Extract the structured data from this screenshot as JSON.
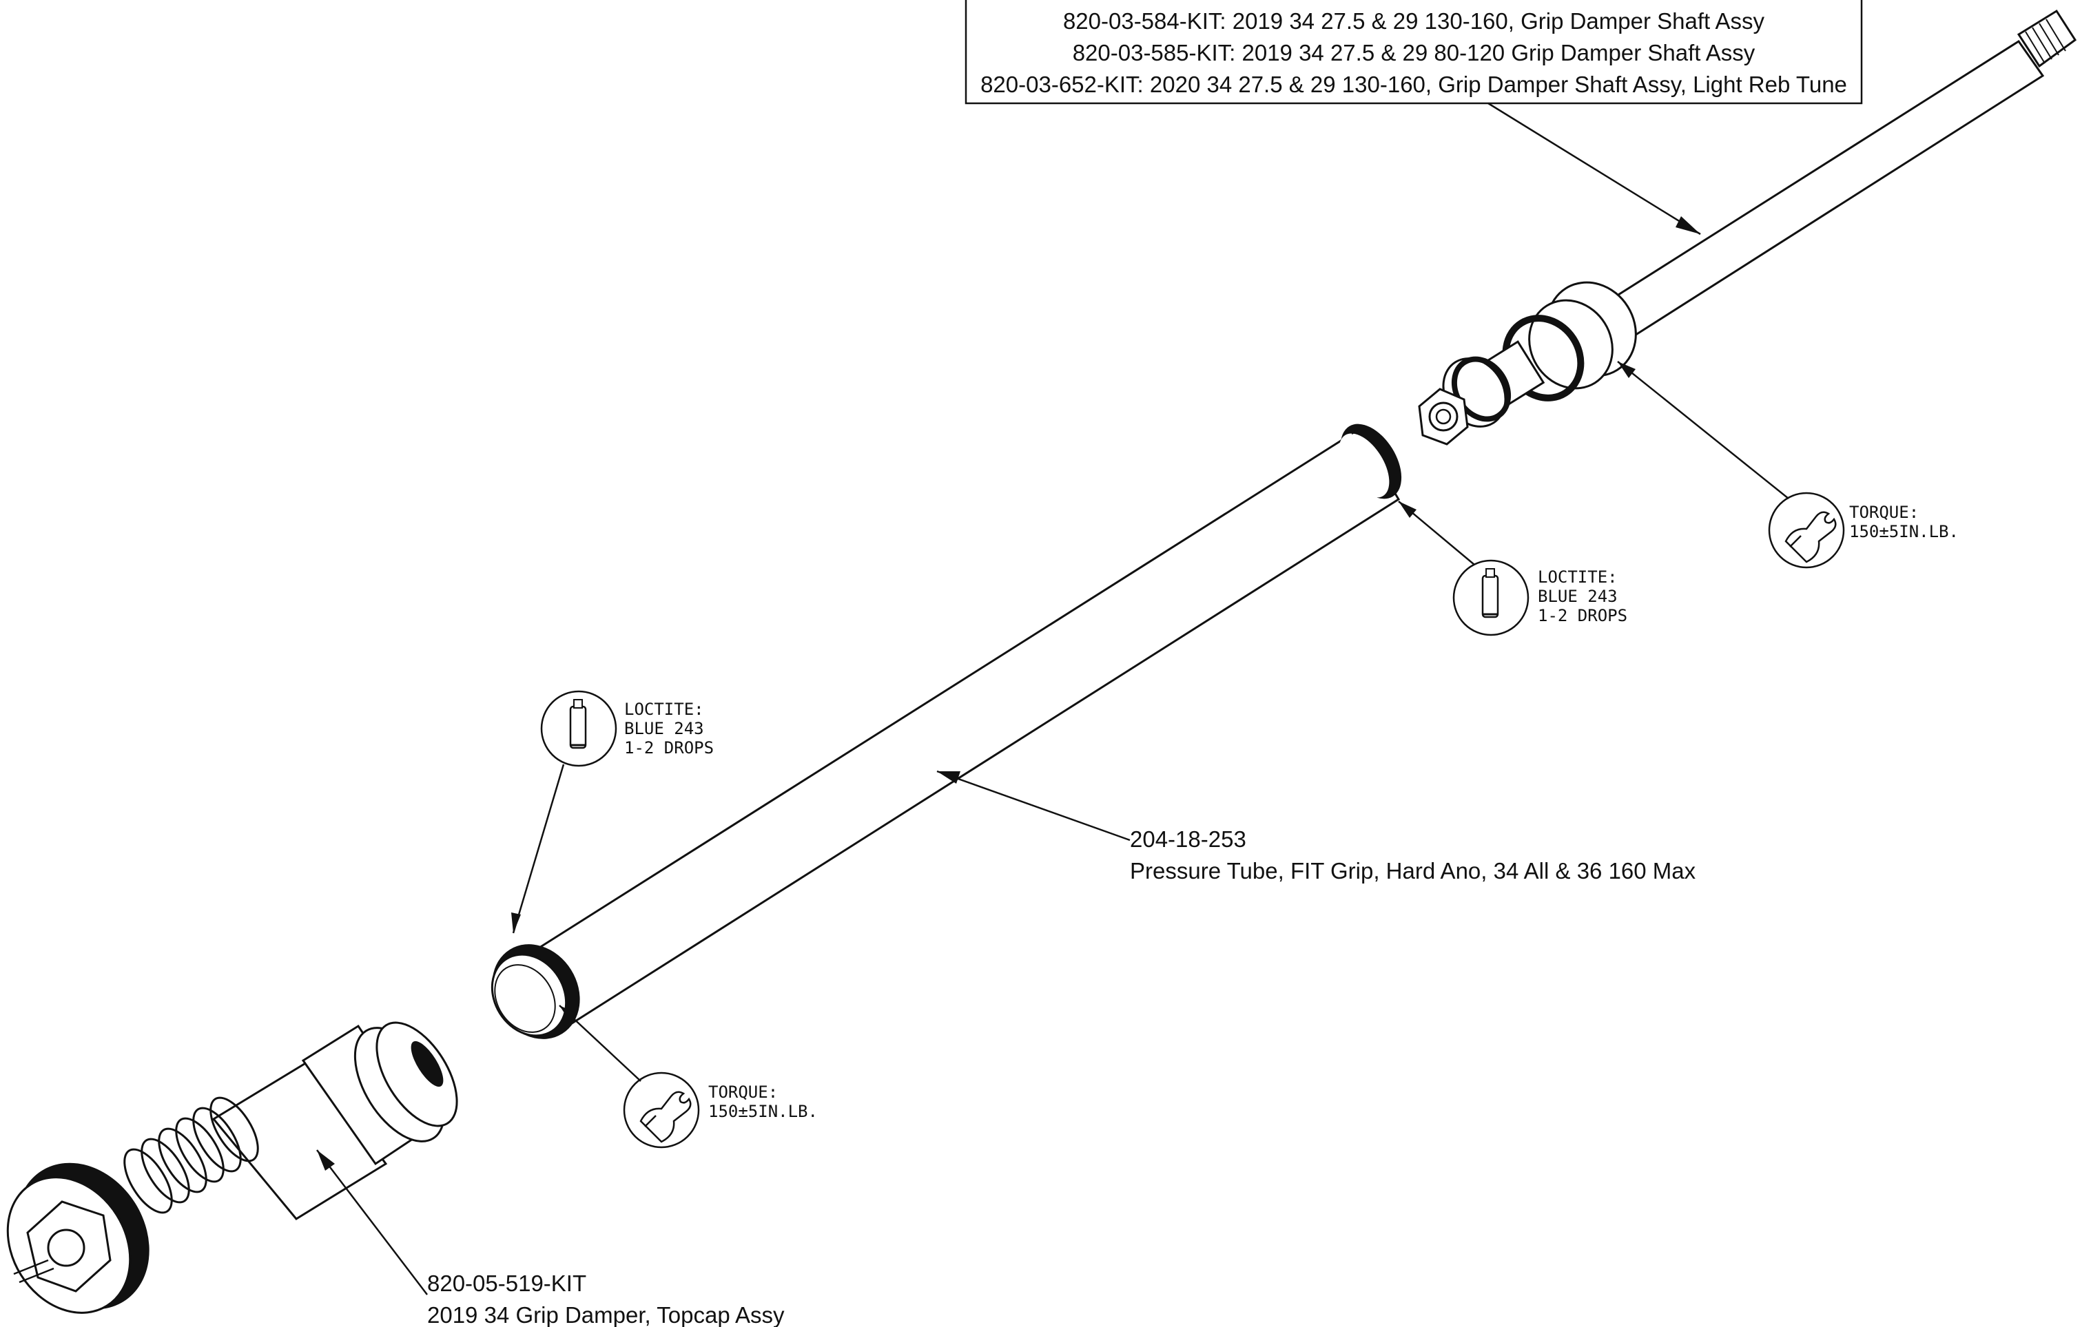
{
  "kit_box": {
    "lines": [
      "820-03-584-KIT: 2019 34 27.5 & 29 130-160, Grip Damper Shaft Assy",
      "820-03-585-KIT: 2019 34 27.5 & 29 80-120 Grip Damper Shaft Assy",
      "820-03-652-KIT: 2020 34 27.5 & 29 130-160, Grip Damper Shaft Assy, Light Reb Tune"
    ]
  },
  "pressure_tube": {
    "part_number": "204-18-253",
    "description": "Pressure Tube, FIT Grip, Hard Ano, 34 All & 36 160 Max"
  },
  "topcap": {
    "part_number": "820-05-519-KIT",
    "description": "2019 34 Grip Damper, Topcap Assy"
  },
  "callouts": {
    "loctite_upper": {
      "icon": "loctite-tube-icon",
      "lines": [
        "LOCTITE:",
        "BLUE 243",
        "1-2 DROPS"
      ]
    },
    "loctite_lower": {
      "icon": "loctite-tube-icon",
      "lines": [
        "LOCTITE:",
        "BLUE 243",
        "1-2 DROPS"
      ]
    },
    "torque_upper": {
      "icon": "wrench-hand-icon",
      "lines": [
        "TORQUE:",
        "150±5IN.LB."
      ]
    },
    "torque_lower": {
      "icon": "wrench-hand-icon",
      "lines": [
        "TORQUE:",
        "150±5IN.LB."
      ]
    }
  }
}
